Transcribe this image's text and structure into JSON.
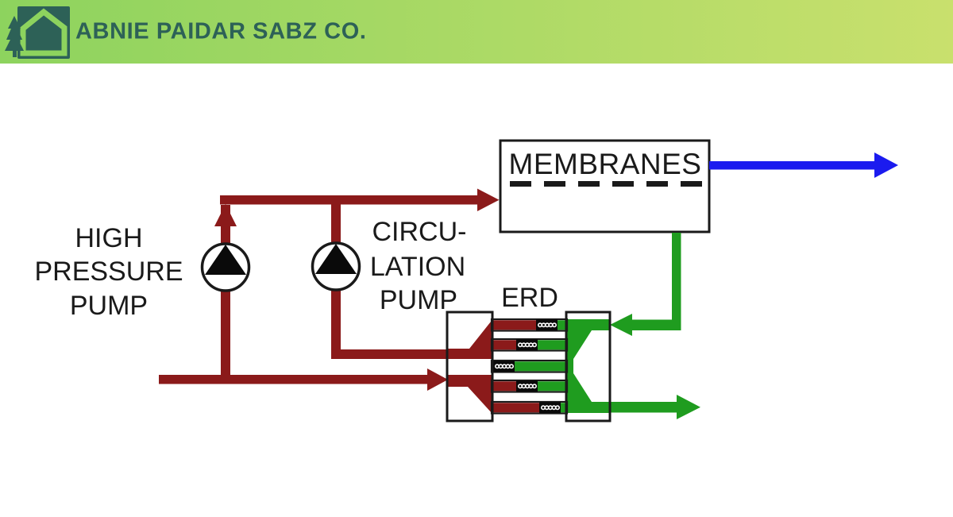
{
  "header": {
    "company_name": "ABNIE PAIDAR SABZ CO."
  },
  "diagram": {
    "type": "process-flow",
    "subject": "reverse-osmosis system with energy recovery device",
    "labels": {
      "hp_pump_line1": "HIGH",
      "hp_pump_line2": "PRESSURE",
      "hp_pump_line3": "PUMP",
      "circ_pump_line1": "CIRCU-",
      "circ_pump_line2": "LATION",
      "circ_pump_line3": "PUMP",
      "membranes": "MEMBRANES",
      "erd": "ERD"
    },
    "components": [
      "high-pressure-pump",
      "circulation-pump",
      "membranes",
      "energy-recovery-device"
    ],
    "flows": {
      "feed_high_pressure": "dark-red lines",
      "brine_concentrate": "green lines",
      "permeate_output": "blue arrow"
    }
  },
  "colors": {
    "header-green-a": "#8dd35e",
    "header-green-b": "#c9e06d",
    "logo-teal": "#2d6157",
    "feed-red": "#8b1a1a",
    "brine-green": "#1f9c1f",
    "permeate-blue": "#1b1bef",
    "ink": "#1a1a1a",
    "bg": "#ffffff"
  }
}
